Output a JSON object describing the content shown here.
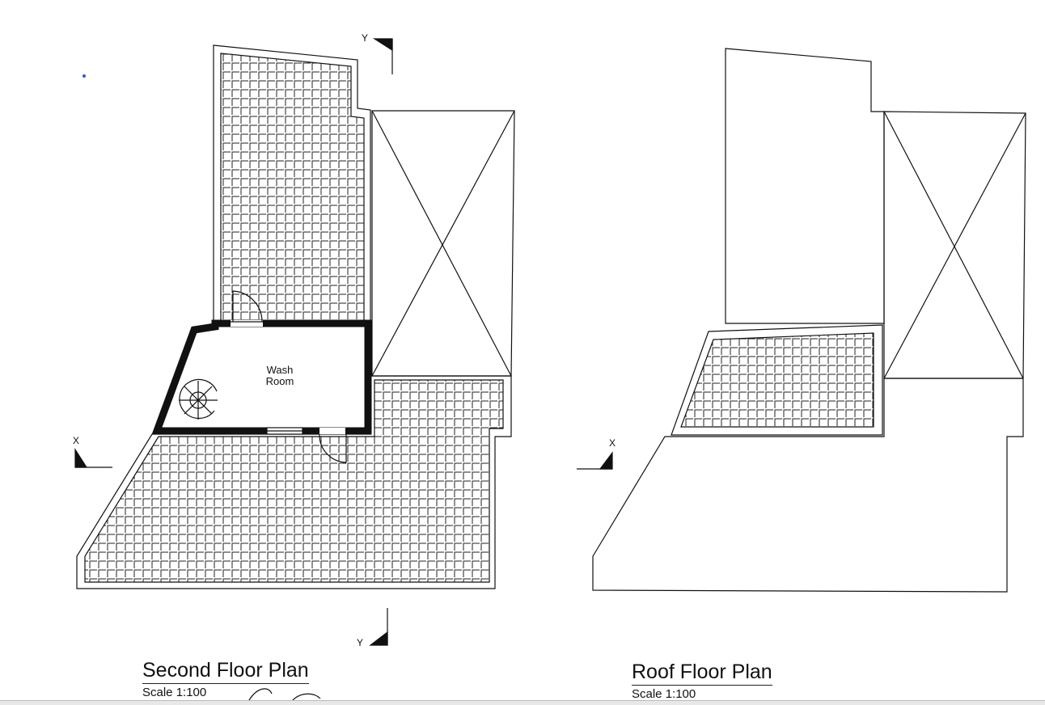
{
  "plans": [
    {
      "title": "Second Floor Plan",
      "scale": "Scale 1:100",
      "room_label_1": "Wash",
      "room_label_2": "Room"
    },
    {
      "title": "Roof Floor Plan",
      "scale": "Scale 1:100"
    }
  ],
  "axis_labels": {
    "x": "X",
    "y": "Y"
  },
  "colors": {
    "line": "#111111",
    "background": "#ffffff"
  }
}
